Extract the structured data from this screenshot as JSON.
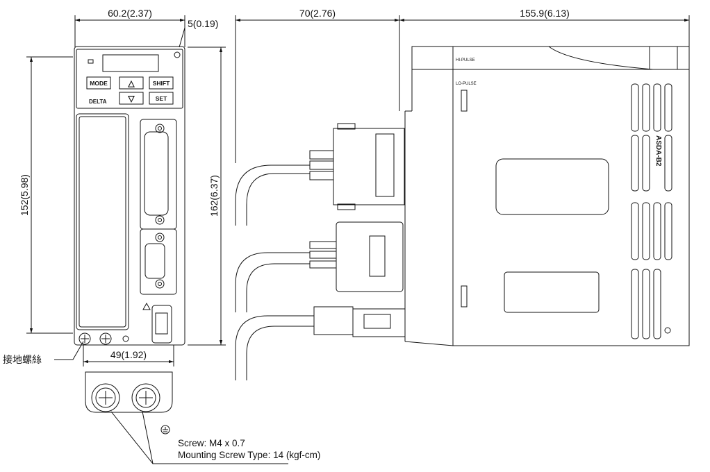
{
  "dimensions": {
    "front_width": "60.2(2.37)",
    "corner_offset": "5(0.19)",
    "front_height_mount": "152(5.98)",
    "front_height_total": "162(6.37)",
    "bottom_mount_width": "49(1.92)",
    "connector_depth": "70(2.76)",
    "body_depth": "155.9(6.13)"
  },
  "panel": {
    "buttons": {
      "mode": "MODE",
      "up": "△",
      "shift": "SHIFT",
      "down": "▽",
      "set": "SET"
    },
    "brand_logo": "DELTA"
  },
  "side": {
    "vertical_label": "ASDA-B2",
    "pulse_labels": [
      "HI-PULSE",
      "LO-PULSE"
    ]
  },
  "annotations": {
    "ground_screw_label": "接地螺絲",
    "screw_spec": "Screw: M4 x 0.7",
    "mounting_spec": "Mounting Screw Type: 14 (kgf-cm)"
  }
}
